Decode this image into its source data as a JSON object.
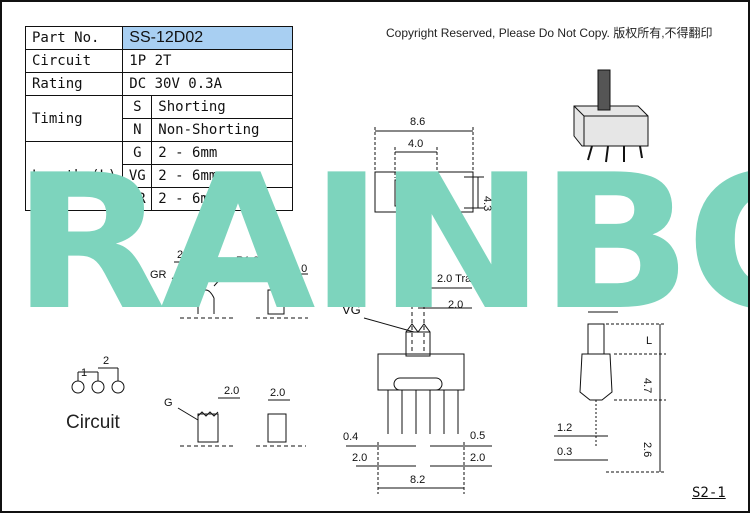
{
  "copyright": "Copyright Reserved, Please Do Not Copy. 版权所有,不得翻印",
  "watermark": "RAINBOW",
  "doc_id": "S2-1",
  "spec_table": {
    "part_no_label": "Part No.",
    "part_no": "SS-12D02",
    "circuit_label": "Circuit",
    "circuit": "1P 2T",
    "rating_label": "Rating",
    "rating": "DC 30V 0.3A",
    "timing_label": "Timing",
    "timing": [
      {
        "code": "S",
        "value": "Shorting"
      },
      {
        "code": "N",
        "value": "Non-Shorting"
      }
    ],
    "length_label": "Length (L)",
    "length": [
      {
        "code": "G",
        "value": "2 - 6mm"
      },
      {
        "code": "VG",
        "value": "2 - 6mm"
      },
      {
        "code": "GR",
        "value": "2 - 6mm"
      }
    ]
  },
  "circuit_diagram": {
    "label": "Circuit",
    "pin1": "1",
    "pin2": "2"
  },
  "dimensions": {
    "width_86": "8.6",
    "width_40": "4.0",
    "height_43": "4.3",
    "gr_20": "2.0",
    "r18": "R1.8",
    "gr": "GR",
    "square_20": "2.0",
    "travel": "2.0  Travel",
    "vg": "VG",
    "vg_20": "2.0",
    "side_20": "2.0",
    "l": "L",
    "h47": "4.7",
    "g": "G",
    "g_20": "2.0",
    "sq2_20": "2.0",
    "pin_04": "0.4",
    "pin_05": "0.5",
    "pitch_left": "2.0",
    "pitch_right": "2.0",
    "w82": "8.2",
    "d12": "1.2",
    "d03": "0.3",
    "h26": "2.6"
  },
  "colors": {
    "part_no_bg": "#a8cff2",
    "watermark": "#7dd4bd",
    "line": "#111111"
  }
}
